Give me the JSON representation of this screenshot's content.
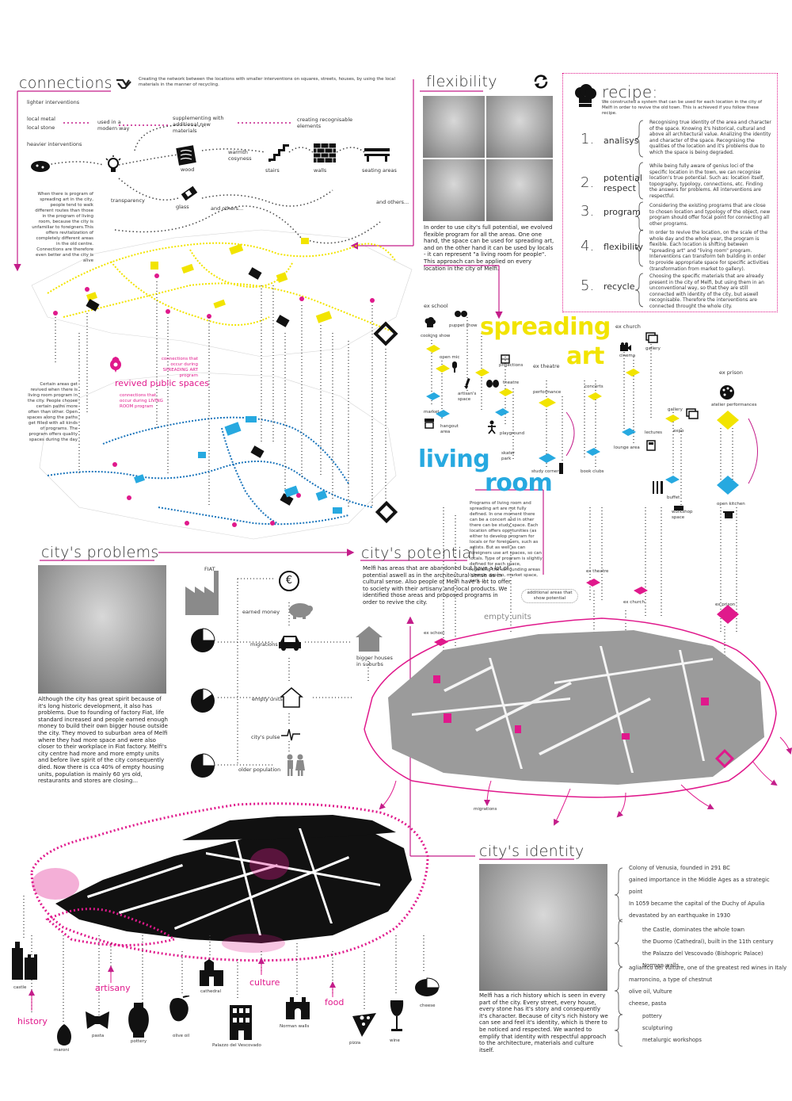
{
  "connections": {
    "title": "connections",
    "intro": "Creating the network between the locations with smaller interventions on squares, streets, houses, by using the local materials in the manner of recycling.",
    "lighter": "lighter interventions",
    "local_metal": "local metal",
    "local_stone": "local stone",
    "heavier": "heavier interventions",
    "used_in": "used in a modern way",
    "supplementing": "supplementing with additional new materials",
    "creating": "creating recognisable elements",
    "wood": "wood",
    "warmth": "warmth cosyness",
    "stairs": "stairs",
    "walls": "walls",
    "seating": "seating areas",
    "transparency": "transparency",
    "glass": "glass",
    "others1": "and others...",
    "others2": "and others...",
    "side_text": "When there is program of spreading art in the city, people tend to walk different routes than those in the program of living room, because the city is unfamiliar to foreigners.This offers revitalization of completely different areas in the old centre. Connections are therefore even better and the city is alive",
    "conn_spreading": "connections that occur during SPREADING ART program",
    "revived": "revived public spaces",
    "conn_living": "connections that occur during LIVING ROOM program",
    "side_text2": "Certain areas get revived when there is living room program in the city. People choose certain paths more often than other. Open spaces along the paths get filled with all kinds of programs. The program offers quality spaces during the day"
  },
  "flexibility": {
    "title": "flexibility",
    "text": "In order to use city's full potential, we evolved flexible program for all the areas. One one hand, the space can be used for spreading art, and on the other hand it can be used by locals - it can represent \"a living room for people\". This approach can be applied on every location in the city of Melfi."
  },
  "recipe": {
    "title": "recipe:",
    "intro": "We constructed a system that can be used for each location in the city of Melfi in order to revive the old town. This is achieved if you follow these recipe.",
    "steps": [
      {
        "num": "1.",
        "name": "analisys",
        "desc": "Recognising true identity of the area and character of the space. Knowing it's historical, cultural and above all architectural value. Analizing the identity and character of the space. Recognising the qualities of the location and it's problems due to which the space is being degraded."
      },
      {
        "num": "2.",
        "name": "potential respect",
        "desc": "While being fully aware of genius loci of the specific location in the town, we can recognise location's true potential. Such as: location itself, topography, typology, connections, etc. Finding the answers for problems. All interventions are respectful."
      },
      {
        "num": "3.",
        "name": "program",
        "desc": "Considering the existing programs that are close to chosen location and typology of the object, new program should offer focal point for connecting all other programs."
      },
      {
        "num": "4.",
        "name": "flexibility",
        "desc": "In order to revive the location, on the scale of the whole day and the whole year, the program is flexible. Each location is shifting between \"spreading art\" and \"living room\" program. Interventions can transform teh building in order to provide appropriate space for specific activities (transformation from market to gallery)."
      },
      {
        "num": "5.",
        "name": "recycle",
        "desc": "Choosing the specific materials that are already present in the city of Melfi, but using them in an unconventional way, so that they are still connected with identity of the city, but aswell recognisable. Therefore the interventions are connected throught the whole city."
      }
    ]
  },
  "program": {
    "spreading": "spreading",
    "art": "art",
    "living": "living",
    "room": "room",
    "ex_school": "ex school",
    "ex_theatre": "ex theatre",
    "ex_church": "ex church",
    "ex_prison": "ex prison",
    "labels": [
      "cooking show",
      "puppet show",
      "open mic",
      "artisan's space",
      "market",
      "hangout area",
      "projections",
      "theatre",
      "playground",
      "skater park",
      "performance",
      "study corner",
      "concerts",
      "book clubs",
      "cinema",
      "gallery",
      "lounge area",
      "lectures",
      "gallery",
      "expo",
      "buffet",
      "workshop space",
      "atelier performances",
      "open kitchen"
    ],
    "note": "Programs of living room and spreading art are not fully defined. In one moment there can be a concert and in other there can be study space. Each location offers opprtunities (as either to develop program for locals or for foreigners, such as artists. But as well as can foreigners use art spaces, so can locals. Type of program is slightly defined for each space, regarding the surrounding areas (church, duomo, market space, park...)"
  },
  "problems": {
    "title": "city's problems",
    "text": "Although the city has great spirit because of it's long historic development, it also has problems. Due to founding of factory Fiat, life standard increased and people earned enough money to build their own bigger house outside the city. They moved to suburban area of Melfi where they had more space and were also closer to their workplace in Fiat factory. Melfi's city centre had more and more empty units and before live spirit of the city consequently died. Now there is cca 40% of empty housing units, population is mainly 60 yrs old, restaurants and stores are closing...",
    "fiat": "FIAT",
    "earned": "earned money",
    "migrations": "migrations",
    "bigger": "bigger houses in suburbs",
    "empty": "empty units",
    "pulse": "city's pulse",
    "older": "older population",
    "euro": "€"
  },
  "potential": {
    "title": "city's potential",
    "text": "Melfi has areas that are abandoned but have a lot of potential aswell as in the architectural sense as in cultural sense. Also people of Melfi have a lot to offer to society with their artisany and local products. We identified those areas and proposed programs in order to revive the city.",
    "additional": "additional areas that show potential",
    "empty_units": "empty units",
    "ex_school": "ex school",
    "ex_theatre": "ex theatre",
    "ex_church": "ex church",
    "ex_prison": "ex prison",
    "migrations": "migrations"
  },
  "identity": {
    "title": "city's identity",
    "text": "Melfi has a rich history which is seen in every part of the city. Every street, every house, every stone has it's story and consequently it's character. Because of city's rich history we can see and feel it's identity, which is there to be noticed and respected. We wanted to emplify that identity with respectful approach to the architecture, materials and culture itself.",
    "history": [
      "Colony of Venusia, founded in 291 BC",
      "gained importance in the Middle Ages as a strategic point",
      "In 1059 became the capital of the Duchy of Apulia",
      "devastated by an earthquake in 1930"
    ],
    "buildings": [
      "the Castle, dominates the whole town",
      "the Duomo (Cathedral), built in the 11th century",
      "the Palazzo del Vescovado (Bishopric Palace)",
      "Norman walls"
    ],
    "food": [
      "aglianico del Vulture, one of the greatest red wines in Italy",
      "marroncino, a type of chestnut",
      "olive oil, Vulture",
      "cheese, pasta"
    ],
    "crafts": [
      "pottery",
      "sculpturing",
      "metalurgic workshops"
    ]
  },
  "bottom": {
    "castle": "castle",
    "history": "history",
    "artisany": "artisany",
    "cathedral": "cathedral",
    "culture": "culture",
    "food": "food",
    "cheese": "cheese",
    "maroni": "maroni",
    "pasta": "pasta",
    "pottery": "pottery",
    "olive": "olive oil",
    "palazzo": "Palazzo del Vescovado",
    "norman": "Norman walls",
    "pizza": "pizza",
    "wine": "wine"
  }
}
